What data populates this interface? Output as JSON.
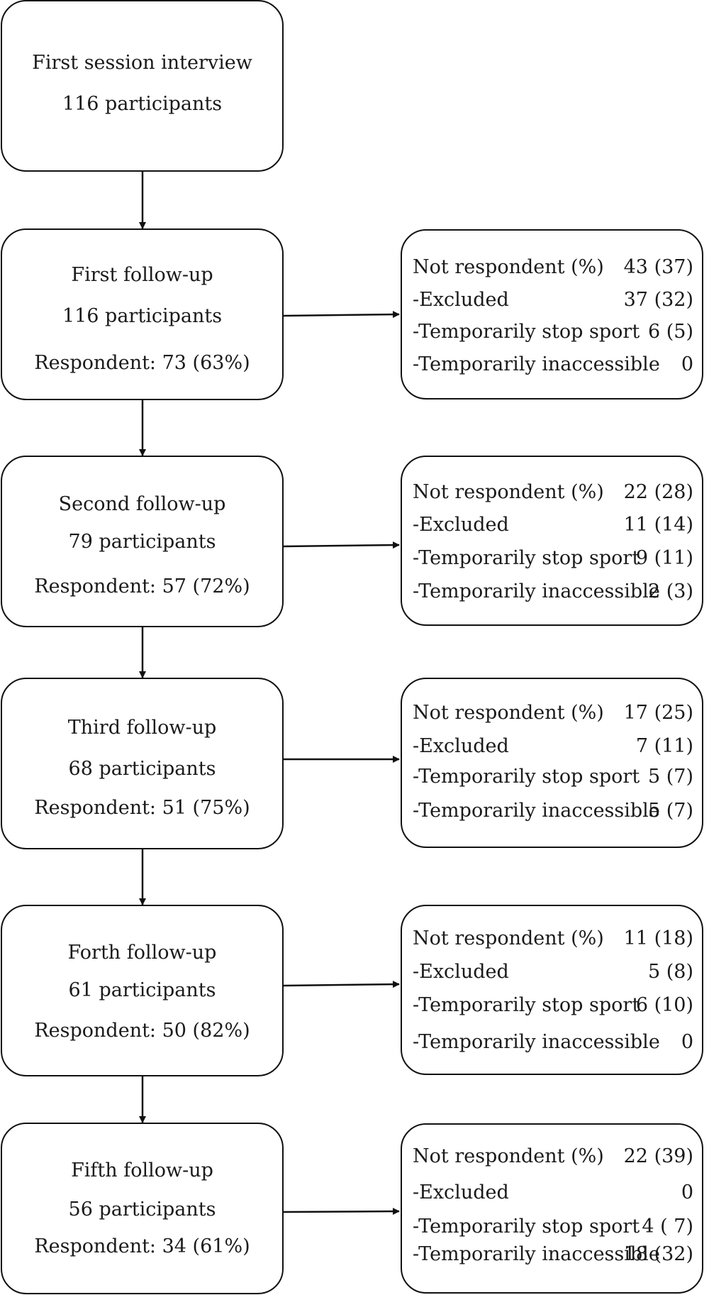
{
  "stages": [
    {
      "title": "First session interview",
      "participants": "116 participants"
    },
    {
      "title": "First follow-up",
      "participants": "116 participants",
      "respondent": "Respondent: 73 (63%)"
    },
    {
      "title": "Second follow-up",
      "participants": "79 participants",
      "respondent": "Respondent: 57 (72%)"
    },
    {
      "title": "Third follow-up",
      "participants": "68 participants",
      "respondent": "Respondent: 51 (75%)"
    },
    {
      "title": "Forth follow-up",
      "participants": "61 participants",
      "respondent": "Respondent: 50 (82%)"
    },
    {
      "title": "Fifth follow-up",
      "participants": "56 participants",
      "respondent": "Respondent: 34 (61%)"
    }
  ],
  "details": [
    {
      "rows": [
        {
          "label": "Not respondent (%)",
          "value": "43 (37)"
        },
        {
          "label": "-Excluded",
          "value": "37 (32)"
        },
        {
          "label": "-Temporarily stop sport",
          "value": "6 (5)"
        },
        {
          "label": "-Temporarily inaccessible",
          "value": "0"
        }
      ]
    },
    {
      "rows": [
        {
          "label": "Not respondent (%)",
          "value": "22 (28)"
        },
        {
          "label": "-Excluded",
          "value": "11 (14)"
        },
        {
          "label": "-Temporarily stop sport",
          "value": "9 (11)"
        },
        {
          "label": "-Temporarily inaccessible",
          "value": "2 (3)"
        }
      ]
    },
    {
      "rows": [
        {
          "label": "Not respondent (%)",
          "value": "17 (25)"
        },
        {
          "label": "-Excluded",
          "value": "7 (11)"
        },
        {
          "label": "-Temporarily stop sport",
          "value": "5 (7)"
        },
        {
          "label": "-Temporarily inaccessible",
          "value": "5 (7)"
        }
      ]
    },
    {
      "rows": [
        {
          "label": "Not respondent (%)",
          "value": "11 (18)"
        },
        {
          "label": "-Excluded",
          "value": "5 (8)"
        },
        {
          "label": "-Temporarily stop sport",
          "value": "6 (10)"
        },
        {
          "label": "-Temporarily inaccessible",
          "value": "0"
        }
      ]
    },
    {
      "rows": [
        {
          "label": "Not respondent (%)",
          "value": "22 (39)"
        },
        {
          "label": "-Excluded",
          "value": "0"
        },
        {
          "label": "-Temporarily stop sport",
          "value": "4 ( 7)"
        },
        {
          "label": "-Temporarily inaccessible",
          "value": "18 (32)"
        }
      ]
    }
  ]
}
